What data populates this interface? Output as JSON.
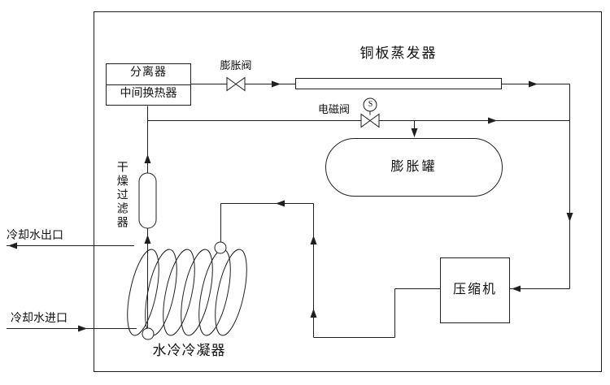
{
  "diagram": {
    "evaporator_label": "铜板蒸发器",
    "separator_label": "分离器",
    "intermediate_hx_label": "中间换热器",
    "expansion_valve_label": "膨胀阀",
    "solenoid_valve_label": "电磁阀",
    "solenoid_symbol": "S",
    "expansion_tank_label": "膨胀罐",
    "dry_filter_label": "干燥过滤器",
    "condenser_label": "水冷冷凝器",
    "compressor_label": "压缩机",
    "cooling_water_outlet_label": "冷却水出口",
    "cooling_water_inlet_label": "冷却水进口"
  },
  "colors": {
    "line": "#1f1f1f",
    "background": "#ffffff"
  }
}
